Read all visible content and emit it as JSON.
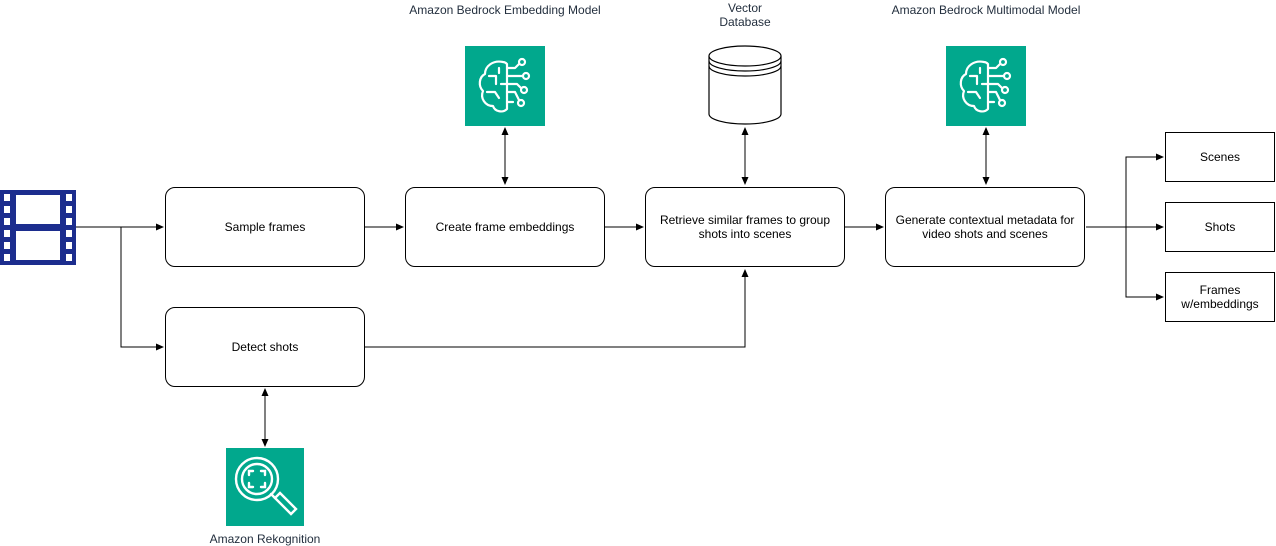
{
  "processes": {
    "sample_frames": "Sample frames",
    "create_embeddings": "Create frame embeddings",
    "retrieve_similar": "Retrieve similar frames to group shots into scenes",
    "generate_metadata": "Generate contextual metadata for video shots and scenes",
    "detect_shots": "Detect shots"
  },
  "outputs": {
    "scenes": "Scenes",
    "shots": "Shots",
    "frames": "Frames w/embeddings"
  },
  "services": {
    "embedding_model": "Amazon Bedrock Embedding Model",
    "vector_db": "Vector Database",
    "multimodal_model": "Amazon Bedrock Multimodal Model",
    "rekognition": "Amazon Rekognition"
  },
  "icons": {
    "video": "film-strip-icon",
    "embedding": "bedrock-brain-icon",
    "database": "cylinder-database-icon",
    "multimodal": "bedrock-brain-icon",
    "rekognition": "magnifier-scan-icon"
  },
  "colors": {
    "aws_green": "#01A88D",
    "film_blue": "#1c2d8e",
    "line": "#000000"
  }
}
